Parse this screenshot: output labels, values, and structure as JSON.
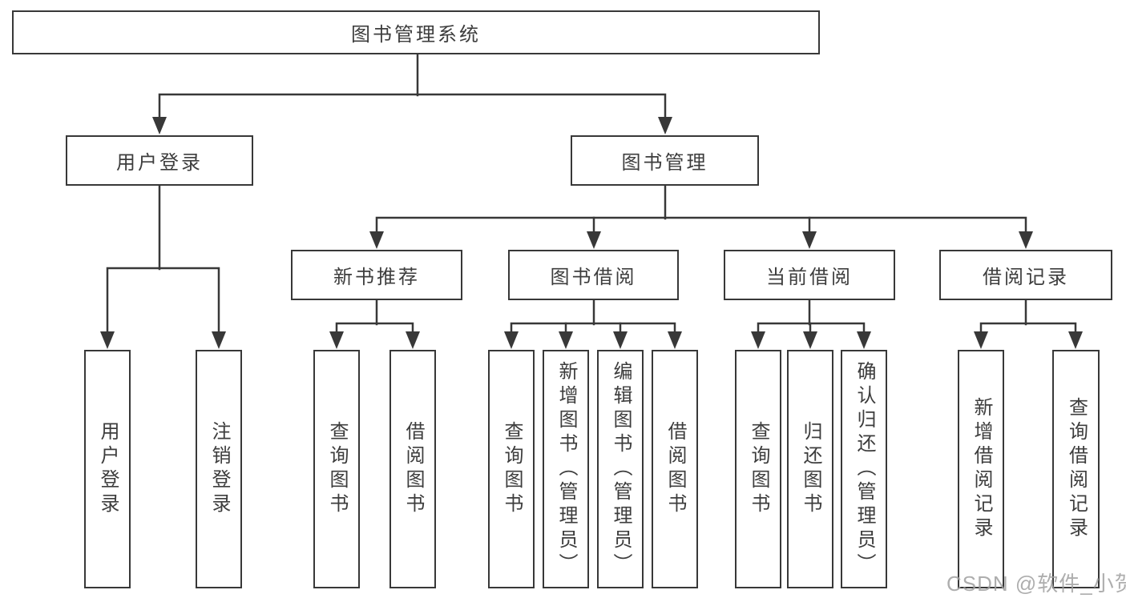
{
  "diagram": {
    "nodes": {
      "root": "图书管理系统",
      "login": "用户登录",
      "mgmt": "图书管理",
      "rec": "新书推荐",
      "borrow": "图书借阅",
      "current": "当前借阅",
      "records": "借阅记录",
      "leaf_login": "用户登录",
      "leaf_logout": "注销登录",
      "rec_query": "查询图书",
      "rec_borrow": "借阅图书",
      "bor_query": "查询图书",
      "bor_add": "新增图书（管理员）",
      "bor_edit": "编辑图书（管理员）",
      "bor_borrow": "借阅图书",
      "cur_query": "查询图书",
      "cur_return": "归还图书",
      "cur_confirm": "确认归还（管理员）",
      "rcd_add": "新增借阅记录",
      "rcd_query": "查询借阅记录"
    },
    "watermark": "CSDN @软件_小贺同学",
    "colors": {
      "line": "#383838",
      "node_border": "#383838",
      "node_background": "#ffffff",
      "text": "#3d3d3d",
      "watermark": "#a0a0a0",
      "background": "#ffffff"
    }
  }
}
